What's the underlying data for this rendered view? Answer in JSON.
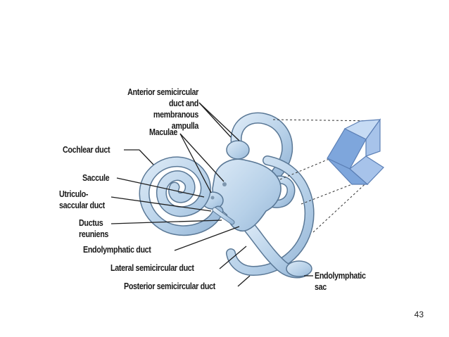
{
  "labels": {
    "anterior": "Anterior semicircular\nduct and membranous\nampulla",
    "maculae": "Maculae",
    "cochlear_duct": "Cochlear duct",
    "saccule": "Saccule",
    "utriculo": "Utriculo-\nsaccular duct",
    "ductus": "Ductus\nreuniens",
    "endolymphatic_duct": "Endolymphatic duct",
    "lateral": "Lateral semicircular duct",
    "posterior": "Posterior semicircular duct",
    "endolymphatic_sac": "Endolymphatic\nsac"
  },
  "page_number": "43",
  "colors": {
    "membrane_fill": "#b9d3ea",
    "membrane_stroke": "#5a7896",
    "cube_light": "#c6dbf4",
    "cube_dark": "#7ea6dc"
  }
}
